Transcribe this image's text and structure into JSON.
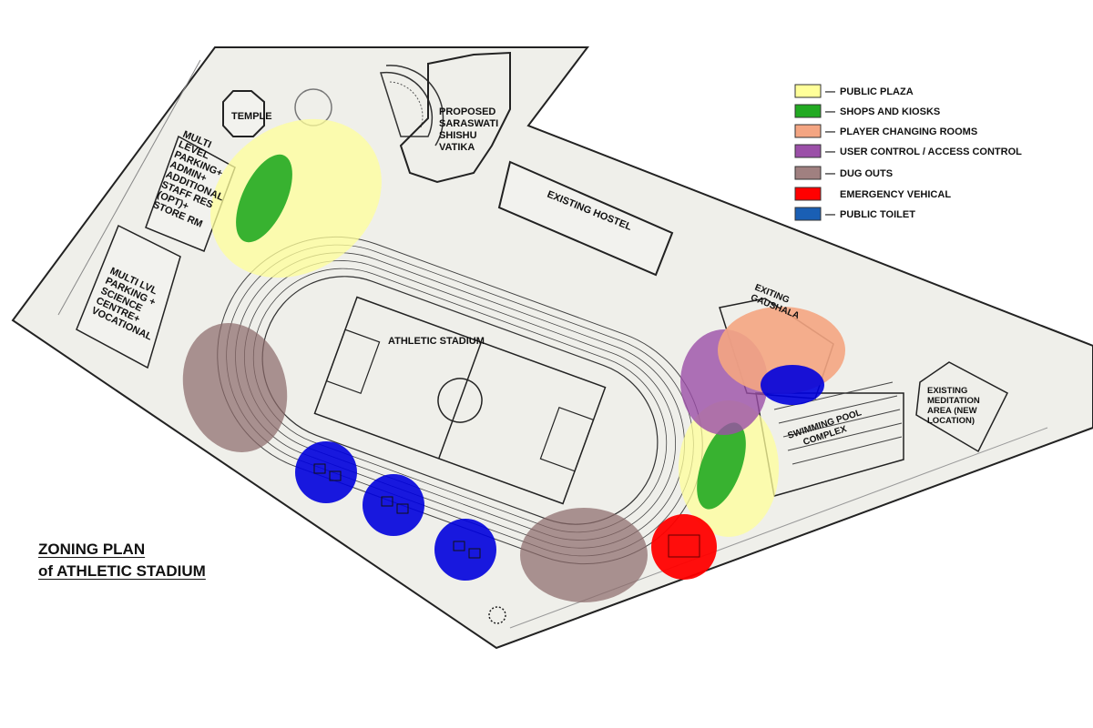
{
  "caption": {
    "line1": "ZONING  PLAN",
    "line2": "of  ATHLETIC STADIUM"
  },
  "legend": [
    {
      "label": "PUBLIC PLAZA",
      "color": "#ffff99"
    },
    {
      "label": "SHOPS AND KIOSKS",
      "color": "#22aa22"
    },
    {
      "label": "PLAYER CHANGING ROOMS",
      "color": "#f4a582"
    },
    {
      "label": "USER CONTROL / ACCESS CONTROL",
      "color": "#9b4fa8"
    },
    {
      "label": "DUG OUTS",
      "color": "#a08080"
    },
    {
      "label": "EMERGENCY VEHICAL",
      "color": "#ff0000"
    },
    {
      "label": "PUBLIC TOILET",
      "color": "#1a5fb4"
    }
  ],
  "legend_dash": "—",
  "labels": {
    "temple": "TEMPLE",
    "parking_admin": [
      "MULTI",
      "LEVEL",
      "PARKING+",
      "ADMIN+",
      "ADDITIONAL",
      "STAFF RES",
      "(OPT)+",
      "STORE RM"
    ],
    "parking_science": [
      "MULTI LVL",
      "PARKING +",
      "SCIENCE",
      "CENTRE+",
      "VOCATIONAL"
    ],
    "vatika": [
      "PROPOSED",
      "SARASWATI",
      "SHISHU",
      "VATIKA"
    ],
    "hostel": "EXISTING HOSTEL",
    "stadium": "ATHLETIC STADIUM",
    "gaushala": [
      "EXITING",
      "GAUSHALA"
    ],
    "pool": [
      "SWIMMING POOL",
      "COMPLEX"
    ],
    "meditation": [
      "EXISTING",
      "MEDITATION",
      "AREA (NEW",
      "LOCATION)"
    ]
  }
}
